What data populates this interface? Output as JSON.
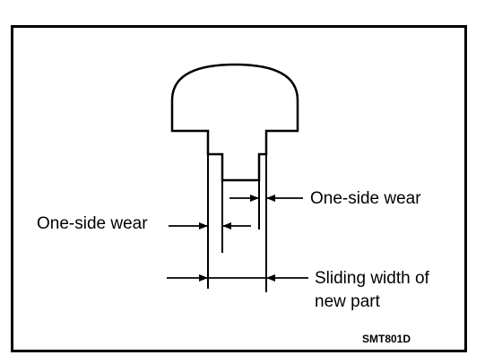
{
  "labels": {
    "wear_right": "One-side wear",
    "wear_left": "One-side wear",
    "sliding_line1": "Sliding width of",
    "sliding_line2": "new part"
  },
  "figure_code": "SMT801D",
  "colors": {
    "line": "#000000",
    "background": "#ffffff"
  }
}
